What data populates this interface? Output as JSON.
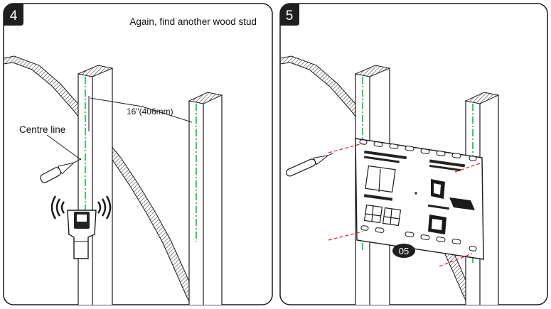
{
  "panels": [
    {
      "step": "4",
      "caption": "Again, find another wood stud",
      "labels": {
        "centre_line": "Centre line",
        "spacing": "16\"(406mm)"
      }
    },
    {
      "step": "5",
      "badge": "05"
    }
  ],
  "colors": {
    "outline": "#1a1a1a",
    "centre_line": "#19b04a",
    "laser": "#d8202a",
    "step_bg": "#1f1f1f"
  },
  "icons": [
    "pencil-icon",
    "stud-finder-icon",
    "signal-waves-icon",
    "wall-plate-icon"
  ]
}
